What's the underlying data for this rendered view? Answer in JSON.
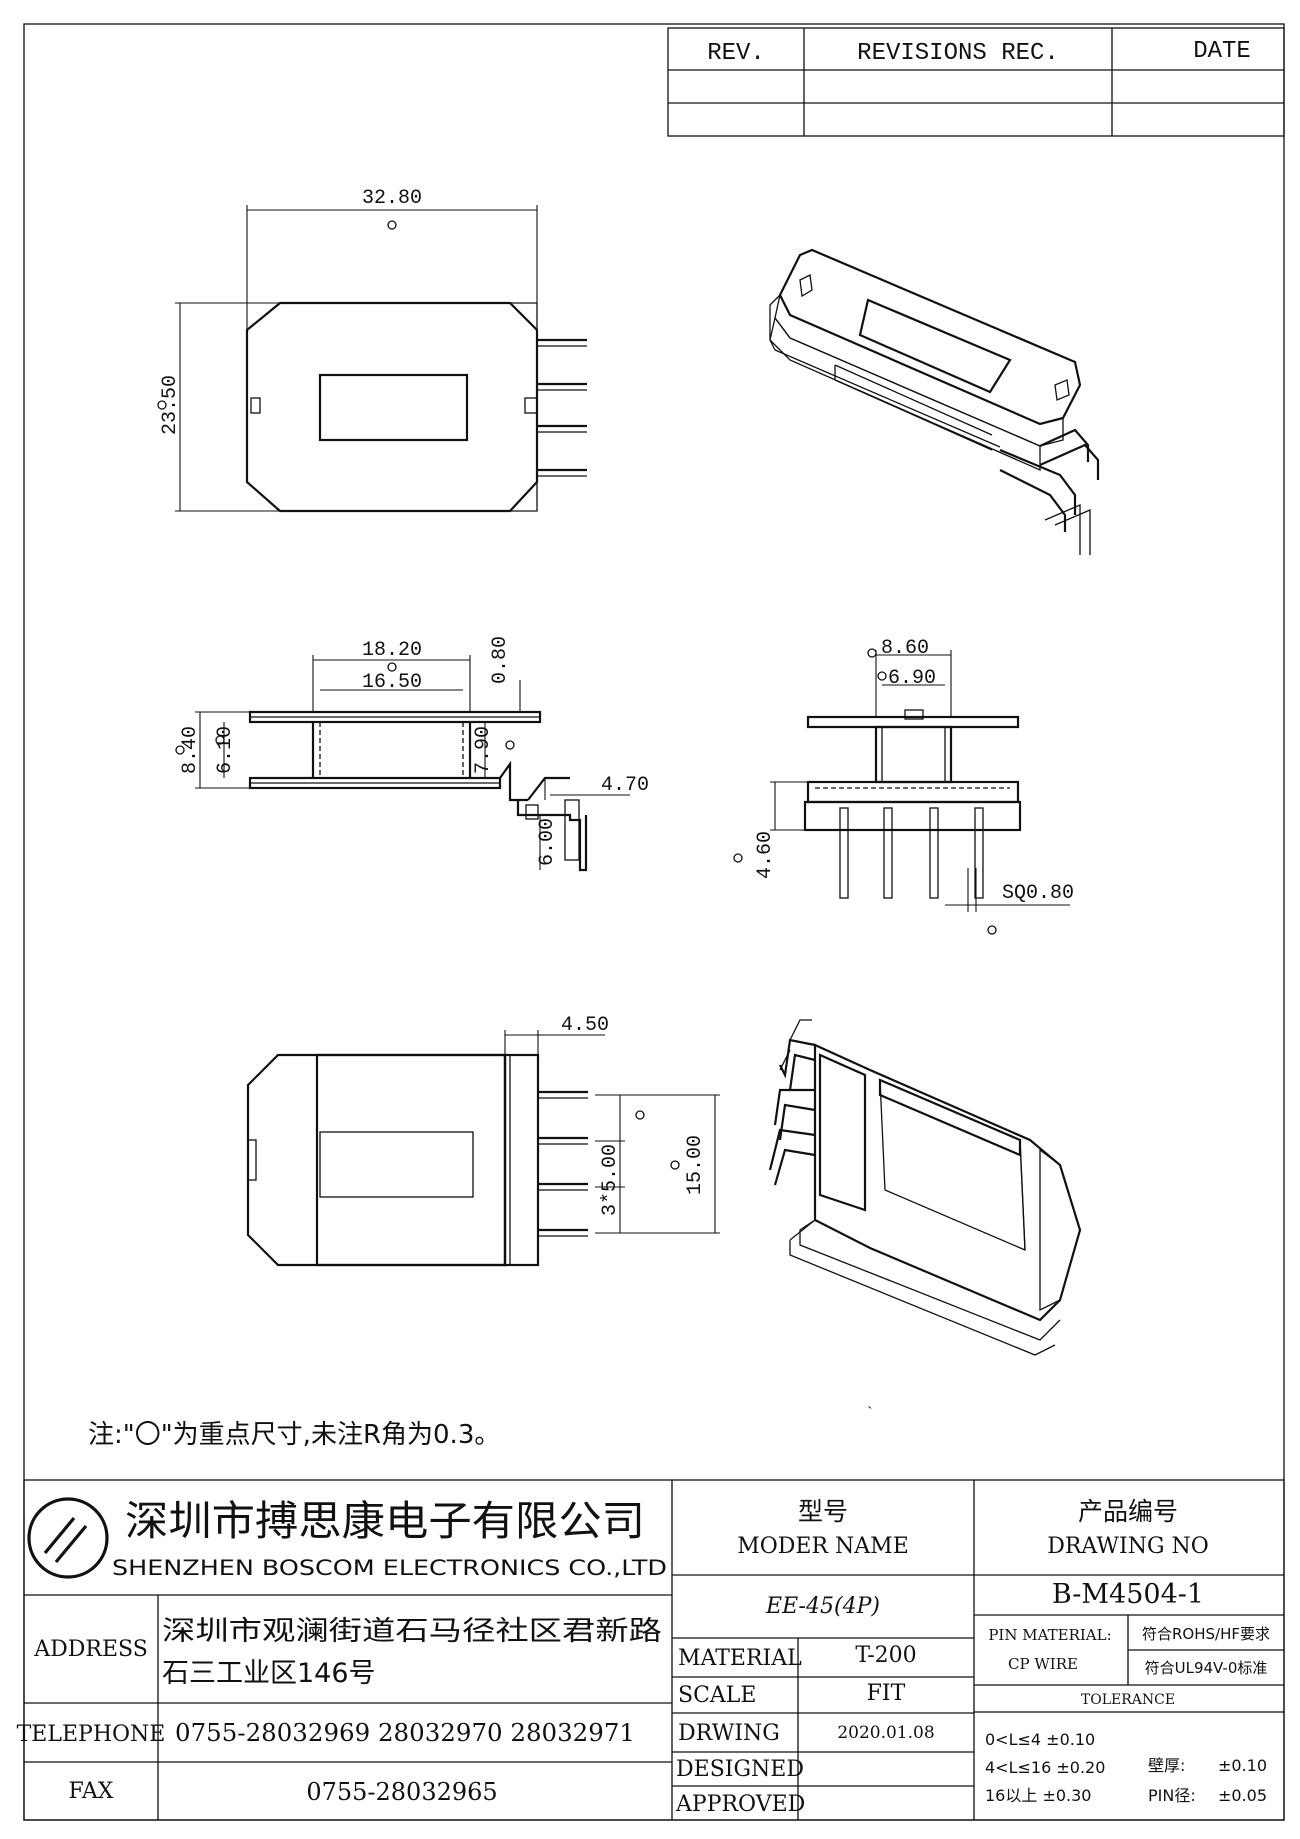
{
  "revision_table": {
    "headers": [
      "REV.",
      "REVISIONS REC.",
      "DATE"
    ]
  },
  "dimensions": {
    "top_width": "32.80",
    "top_height": "23.50",
    "side_outer_width": "18.20",
    "side_inner_width": "16.50",
    "flange_thickness": "0.80",
    "side_total_height": "8.40",
    "side_inner_height": "6.10",
    "side_window_height": "7.90",
    "pin_offset": "4.70",
    "pin_length": "6.00",
    "end_outer_width": "8.60",
    "end_inner_width": "6.90",
    "base_height": "4.60",
    "pin_square": "SQ0.80",
    "bottom_flange_width": "4.50",
    "pin_pitch": "3*5.00",
    "pin_span": "15.00"
  },
  "note": "注:\"〇\"为重点尺寸,未注R角为0.3。",
  "title_block": {
    "company_cn": "深圳市搏思康电子有限公司",
    "company_en": "SHENZHEN  BOSCOM  ELECTRONICS  CO.,LTD",
    "model_label_cn": "型号",
    "model_label_en": "MODER NAME",
    "drawing_no_label_cn": "产品编号",
    "drawing_no_label_en": "DRAWING NO",
    "model_value": "EE-45(4P)",
    "drawing_no_value": "B-M4504-1",
    "address_label": "ADDRESS",
    "address_line1": "深圳市观澜街道石马径社区君新路",
    "address_line2": "石三工业区146号",
    "telephone_label": "TELEPHONE",
    "telephone_value": "0755-28032969  28032970  28032971",
    "fax_label": "FAX",
    "fax_value": "0755-28032965",
    "material_label": "MATERIAL",
    "material_value": "T-200",
    "scale_label": "SCALE",
    "scale_value": "FIT",
    "drawing_label": "DRWING",
    "drawing_date": "2020.01.08",
    "designed_label": "DESIGNED",
    "approved_label": "APPROVED",
    "pin_material_label": "PIN MATERIAL:",
    "pin_material_value": "符合ROHS/HF要求",
    "cp_wire_label": "CP WIRE",
    "cp_wire_value": "符合UL94V-0标准",
    "tolerance_label": "TOLERANCE",
    "tol1": "0<L≤4  ±0.10",
    "tol2": "4<L≤16  ±0.20",
    "tol3": "16以上     ±0.30",
    "wall_label": "壁厚:",
    "wall_value": "±0.10",
    "pin_dia_label": "PIN径:",
    "pin_dia_value": "±0.05"
  }
}
